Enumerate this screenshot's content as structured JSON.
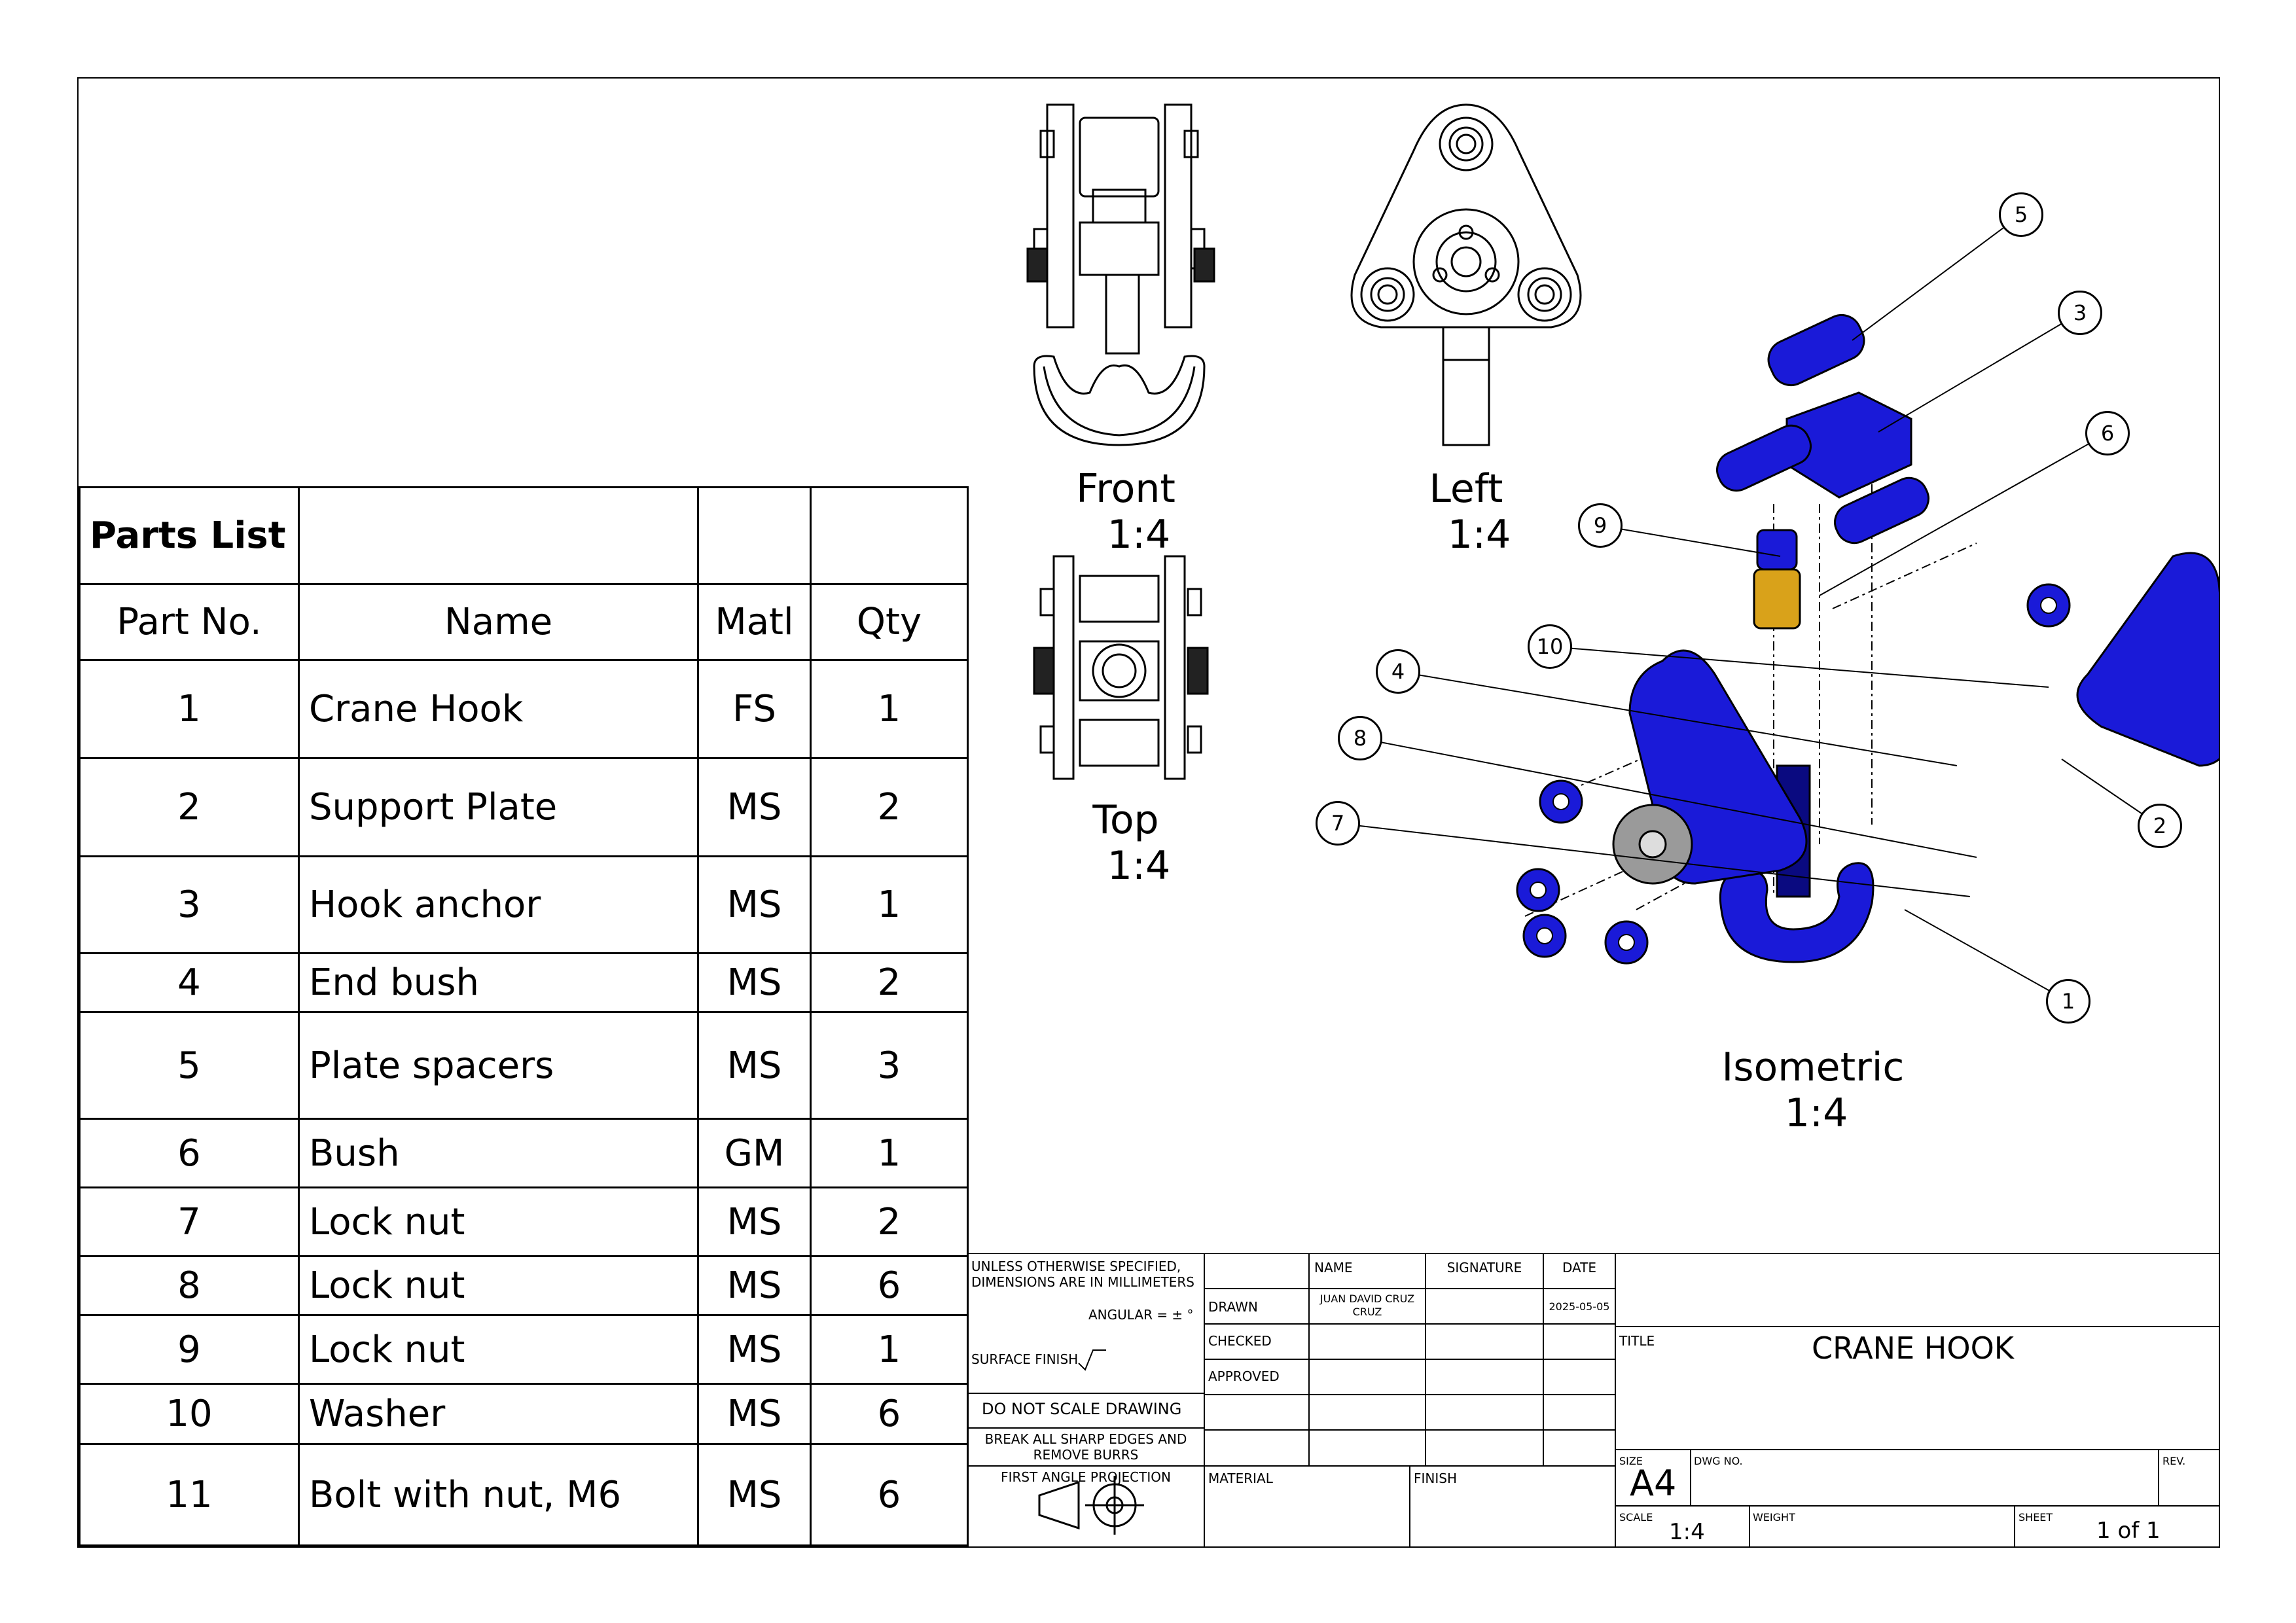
{
  "parts_list": {
    "title": "Parts List",
    "headers": [
      "Part No.",
      "Name",
      "Matl",
      "Qty"
    ],
    "rows": [
      {
        "no": "1",
        "name": "Crane Hook",
        "matl": "FS",
        "qty": "1"
      },
      {
        "no": "2",
        "name": "Support Plate",
        "matl": "MS",
        "qty": "2"
      },
      {
        "no": "3",
        "name": "Hook anchor",
        "matl": "MS",
        "qty": "1"
      },
      {
        "no": "4",
        "name": "End bush",
        "matl": "MS",
        "qty": "2"
      },
      {
        "no": "5",
        "name": "Plate spacers",
        "matl": "MS",
        "qty": "3"
      },
      {
        "no": "6",
        "name": "Bush",
        "matl": "GM",
        "qty": "1"
      },
      {
        "no": "7",
        "name": "Lock nut",
        "matl": "MS",
        "qty": "2"
      },
      {
        "no": "8",
        "name": "Lock nut",
        "matl": "MS",
        "qty": "6"
      },
      {
        "no": "9",
        "name": "Lock nut",
        "matl": "MS",
        "qty": "1"
      },
      {
        "no": "10",
        "name": "Washer",
        "matl": "MS",
        "qty": "6"
      },
      {
        "no": "11",
        "name": "Bolt with nut, M6",
        "matl": "MS",
        "qty": "6"
      }
    ]
  },
  "views": {
    "front": {
      "name": "Front",
      "scale": "1:4"
    },
    "left": {
      "name": "Left",
      "scale": "1:4"
    },
    "top": {
      "name": "Top",
      "scale": "1:4"
    },
    "isometric": {
      "name": "Isometric",
      "scale": "1:4"
    }
  },
  "balloons": [
    "1",
    "2",
    "3",
    "4",
    "5",
    "6",
    "7",
    "8",
    "9",
    "10"
  ],
  "title_block": {
    "notes1": "UNLESS OTHERWISE SPECIFIED,",
    "notes2": "DIMENSIONS ARE IN MILLIMETERS",
    "angular": "ANGULAR = ± °",
    "surface_finish": "SURFACE FINISH",
    "do_not_scale": "DO NOT SCALE DRAWING",
    "break_edges1": "BREAK ALL SHARP EDGES AND",
    "break_edges2": "REMOVE BURRS",
    "projection": "FIRST ANGLE PROJECTION",
    "col_name": "NAME",
    "col_signature": "SIGNATURE",
    "col_date": "DATE",
    "drawn": "DRAWN",
    "drawn_name1": "JUAN DAVID CRUZ",
    "drawn_name2": "CRUZ",
    "drawn_date": "2025-05-05",
    "checked": "CHECKED",
    "approved": "APPROVED",
    "material": "MATERIAL",
    "finish": "FINISH",
    "title_label": "TITLE",
    "title": "CRANE HOOK",
    "size_label": "SIZE",
    "size": "A4",
    "dwg_label": "DWG NO.",
    "rev_label": "REV.",
    "scale_label": "SCALE",
    "scale": "1:4",
    "weight_label": "WEIGHT",
    "sheet_label": "SHEET",
    "sheet": "1 of 1"
  },
  "colors": {
    "part_blue": "#1a1ad8",
    "dark_blue": "#0a0a80",
    "bush": "#d9a21a",
    "washer": "#9a9a9a"
  }
}
